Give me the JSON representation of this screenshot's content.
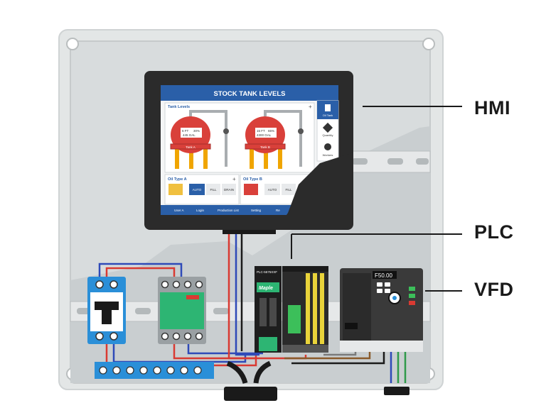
{
  "callouts": {
    "hmi": "HMI",
    "plc": "PLC",
    "vfd": "VFD"
  },
  "hmi_screen": {
    "title": "STOCK TANK LEVELS",
    "panel_title": "Tank Levels",
    "tank_a": {
      "name": "Tank A",
      "level": "6 FT",
      "percent": "30%",
      "volume": "445 GAL"
    },
    "tank_b": {
      "name": "Tank B",
      "level": "15 FT",
      "percent": "65%",
      "volume": "4300 GAL"
    },
    "side_menu": [
      "Oil Tank",
      "Quantity",
      "Workers"
    ],
    "oil_a": {
      "title": "Oil Type A",
      "auto": "AUTO",
      "fill": "FILL",
      "drain": "DRAIN"
    },
    "oil_b": {
      "title": "Oil Type B",
      "auto": "AUTO",
      "fill": "FILL"
    },
    "bottom_bar": [
      "User A",
      "Login",
      "Production List",
      "Setting",
      "Re"
    ]
  },
  "plc_texts": {
    "module": "PLC-5575XXF",
    "brand": "Maple"
  },
  "vfd_texts": {
    "display": "F50.00"
  },
  "colors": {
    "enclosure": "#e3e6e6",
    "backplate": "#d2d6d7",
    "hmi_bezel": "#2b2b2b",
    "hmi_header": "#2a5fa8",
    "tank_red": "#d9403a",
    "contactor_green": "#2db573",
    "terminal_blue": "#2a8fd8",
    "wire_red": "#d93a32",
    "wire_blue": "#2f4ab8"
  }
}
